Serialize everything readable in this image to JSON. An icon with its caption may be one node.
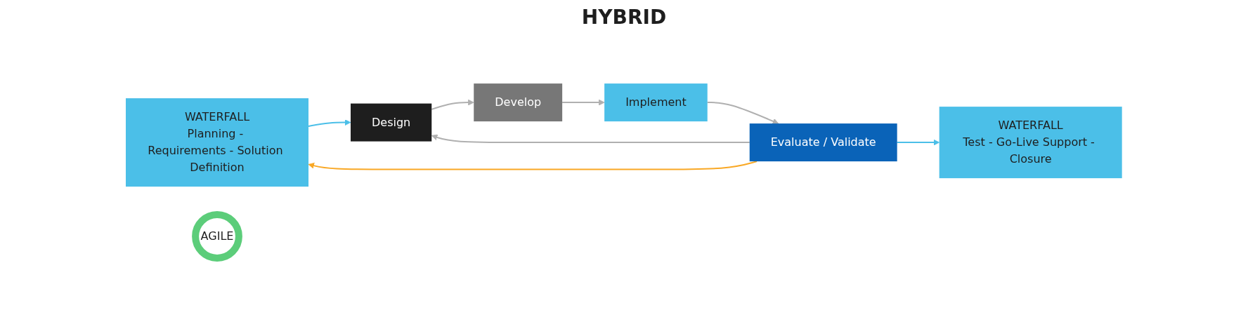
{
  "diagram": {
    "title": "HYBRID",
    "nodes": [
      {
        "text": [
          "WATERFALL",
          "Planning - Requirements - Solution Definition"
        ]
      },
      {
        "text": [
          "Design"
        ]
      },
      {
        "text": [
          "Develop"
        ]
      },
      {
        "text": [
          "Implement"
        ]
      },
      {
        "text": [
          "Evaluate / Validate"
        ]
      },
      {
        "text": [
          "WATERFALL",
          "Test - Go-Live Support - Closure"
        ]
      },
      {
        "text": [
          "AGILE"
        ]
      }
    ],
    "edges": [
      {
        "from": 0,
        "to": 1,
        "arrow": "to",
        "color": "#4bbfe8"
      },
      {
        "from": 1,
        "to": 2,
        "arrow": "to"
      },
      {
        "from": 2,
        "to": 3,
        "arrow": "to"
      },
      {
        "from": 3,
        "to": 4,
        "arrow": "to"
      },
      {
        "from": 4,
        "to": 1,
        "arrow": "to"
      },
      {
        "from": 4,
        "to": 0,
        "arrow": "to",
        "color": "#f9a825"
      },
      {
        "from": 4,
        "to": 5,
        "arrow": "to",
        "color": "#4bbfe8"
      }
    ]
  }
}
